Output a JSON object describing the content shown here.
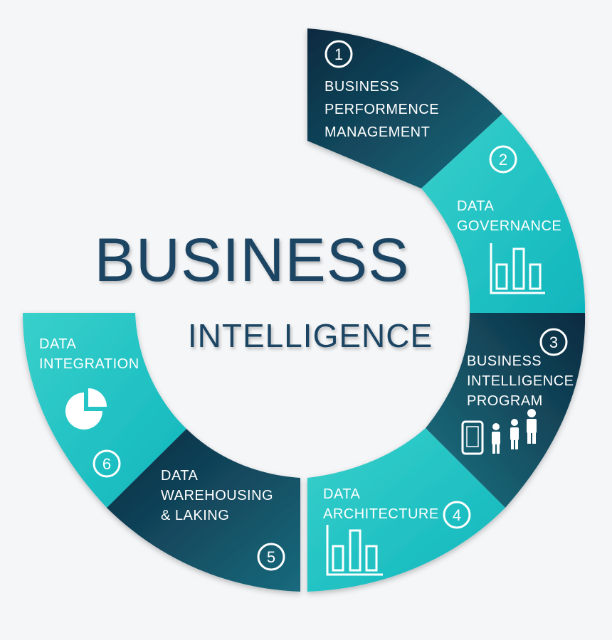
{
  "title": {
    "line1": "BUSINESS",
    "line2": "INTELLIGENCE"
  },
  "colors": {
    "dark_start": "#0b2a40",
    "dark_end": "#1a6a7d",
    "light_start": "#2fc7c3",
    "light_end": "#0fb9c0",
    "title": "#1c4563"
  },
  "segments": [
    {
      "number": "1",
      "lines": [
        "BUSINESS",
        "PERFORMENCE",
        "MANAGEMENT"
      ],
      "tone": "dark",
      "icon": ""
    },
    {
      "number": "2",
      "lines": [
        "DATA",
        "GOVERNANCE"
      ],
      "tone": "light",
      "icon": "bar-chart-icon"
    },
    {
      "number": "3",
      "lines": [
        "BUSINESS",
        "INTELLIGENCE",
        "PROGRAM"
      ],
      "tone": "dark",
      "icon": "phone-and-people-icon"
    },
    {
      "number": "4",
      "lines": [
        "DATA",
        "ARCHITECTURE"
      ],
      "tone": "light",
      "icon": "bar-chart-icon"
    },
    {
      "number": "5",
      "lines": [
        "DATA",
        "WAREHOUSING",
        "& LAKING"
      ],
      "tone": "dark",
      "icon": ""
    },
    {
      "number": "6",
      "lines": [
        "DATA",
        "INTEGRATION"
      ],
      "tone": "light",
      "icon": "pie-chart-icon"
    }
  ]
}
